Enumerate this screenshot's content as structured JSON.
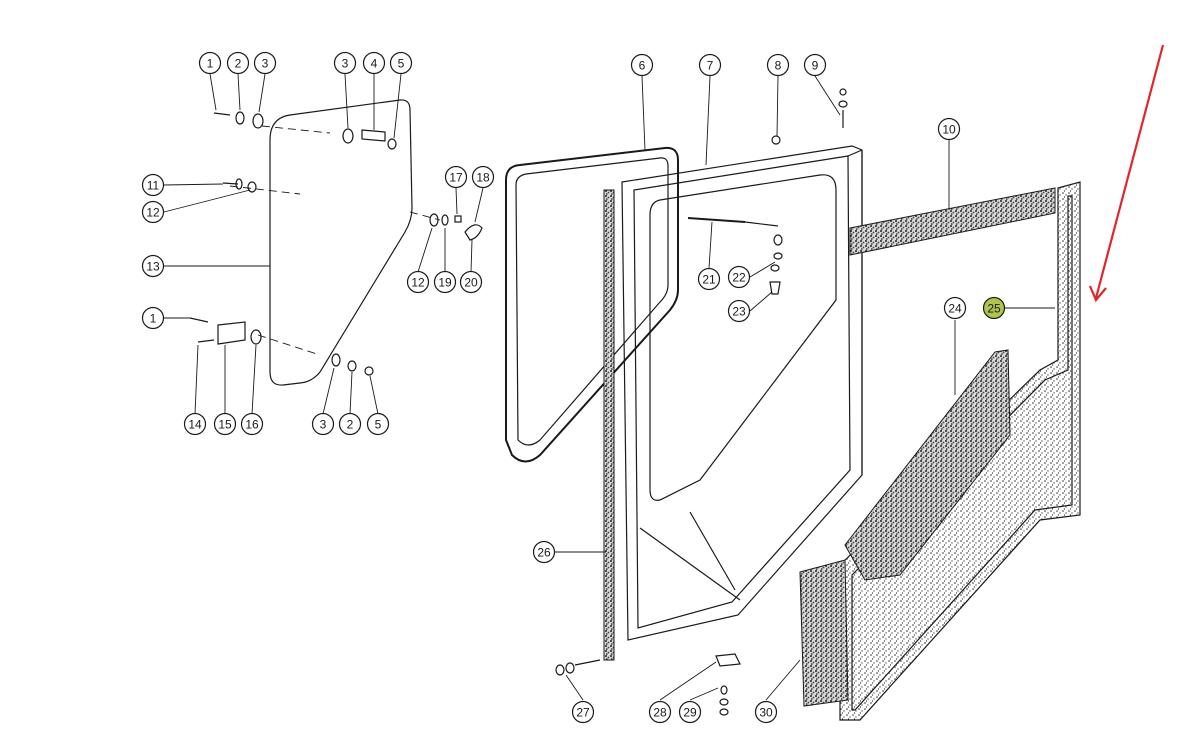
{
  "diagram": {
    "callouts": [
      {
        "id": "c1a",
        "label": "1"
      },
      {
        "id": "c2a",
        "label": "2"
      },
      {
        "id": "c3a",
        "label": "3"
      },
      {
        "id": "c3b",
        "label": "3"
      },
      {
        "id": "c4",
        "label": "4"
      },
      {
        "id": "c5a",
        "label": "5"
      },
      {
        "id": "c6",
        "label": "6"
      },
      {
        "id": "c7",
        "label": "7"
      },
      {
        "id": "c8",
        "label": "8"
      },
      {
        "id": "c9",
        "label": "9"
      },
      {
        "id": "c10",
        "label": "10"
      },
      {
        "id": "c11",
        "label": "11"
      },
      {
        "id": "c12a",
        "label": "12"
      },
      {
        "id": "c13",
        "label": "13"
      },
      {
        "id": "c17",
        "label": "17"
      },
      {
        "id": "c18",
        "label": "18"
      },
      {
        "id": "c12b",
        "label": "12"
      },
      {
        "id": "c19",
        "label": "19"
      },
      {
        "id": "c20",
        "label": "20"
      },
      {
        "id": "c21",
        "label": "21"
      },
      {
        "id": "c22",
        "label": "22"
      },
      {
        "id": "c23",
        "label": "23"
      },
      {
        "id": "c24",
        "label": "24"
      },
      {
        "id": "c25",
        "label": "25",
        "highlighted": true
      },
      {
        "id": "c1b",
        "label": "1"
      },
      {
        "id": "c14",
        "label": "14"
      },
      {
        "id": "c15",
        "label": "15"
      },
      {
        "id": "c16",
        "label": "16"
      },
      {
        "id": "c3c",
        "label": "3"
      },
      {
        "id": "c2b",
        "label": "2"
      },
      {
        "id": "c5b",
        "label": "5"
      },
      {
        "id": "c26",
        "label": "26"
      },
      {
        "id": "c27",
        "label": "27"
      },
      {
        "id": "c28",
        "label": "28"
      },
      {
        "id": "c29",
        "label": "29"
      },
      {
        "id": "c30",
        "label": "30"
      }
    ],
    "highlight_color": "#9dbb2a",
    "arrow_color": "#e0262a"
  }
}
